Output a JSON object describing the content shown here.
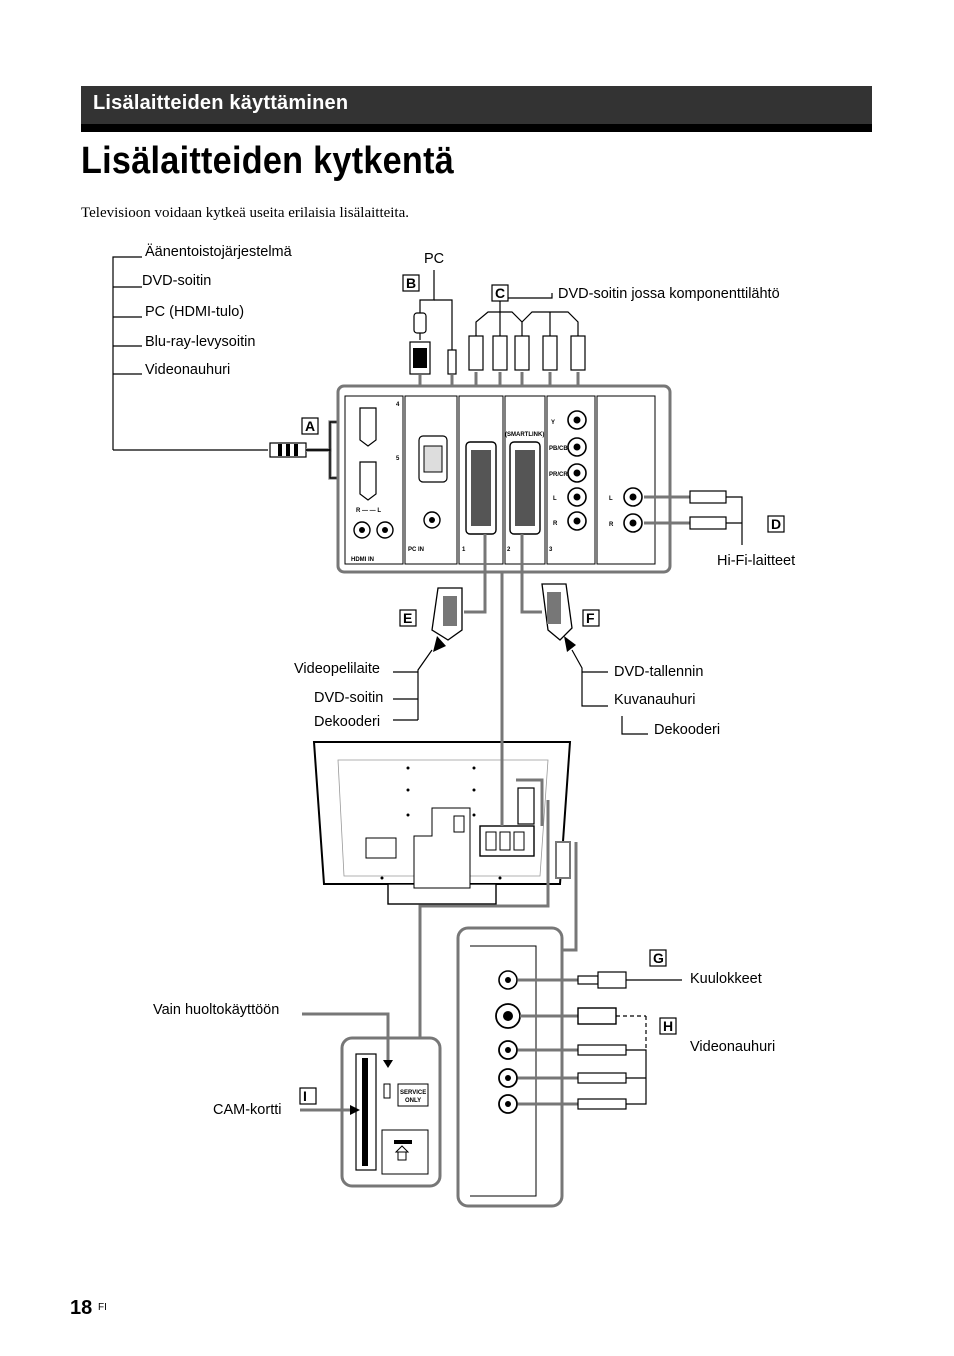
{
  "header": {
    "section_title": "Lisälaitteiden käyttäminen",
    "page_title": "Lisälaitteiden kytkentä",
    "intro": "Televisioon voidaan kytkeä useita erilaisia lisälaitteita."
  },
  "labels": {
    "a_devices": [
      "Äänentoistojärjestelmä",
      "DVD-soitin",
      "PC (HDMI-tulo)",
      "Blu-ray-levysoitin",
      "Videonauhuri"
    ],
    "pc": "PC",
    "component_dvd": "DVD-soitin jossa komponenttilähtö",
    "hifi": "Hi-Fi-laitteet",
    "e_devices": [
      "Videopelilaite",
      "DVD-soitin",
      "Dekooderi"
    ],
    "f_devices": [
      "DVD-tallennin",
      "Kuvanauhuri",
      "Dekooderi"
    ],
    "headphones": "Kuulokkeet",
    "service_only": "Vain huoltokäyttöön",
    "video_recorder": "Videonauhuri",
    "cam_card": "CAM-kortti"
  },
  "badges": [
    "A",
    "B",
    "C",
    "D",
    "E",
    "F",
    "G",
    "H",
    "I"
  ],
  "panel_text": {
    "hdmi_in": "HDMI IN",
    "pc_in": "PC IN",
    "smartlink": "(SMARTLINK)",
    "scart_1": "1",
    "scart_2": "2",
    "scart_3": "3",
    "hdmi_4": "4",
    "hdmi_5": "5",
    "rl": "R — — L",
    "y": "Y",
    "pb": "PB/CB",
    "pr": "PR/CR",
    "l": "L",
    "r": "R",
    "service": "SERVICE",
    "only": "ONLY"
  },
  "footer": {
    "page_number": "18",
    "lang": "FI"
  }
}
